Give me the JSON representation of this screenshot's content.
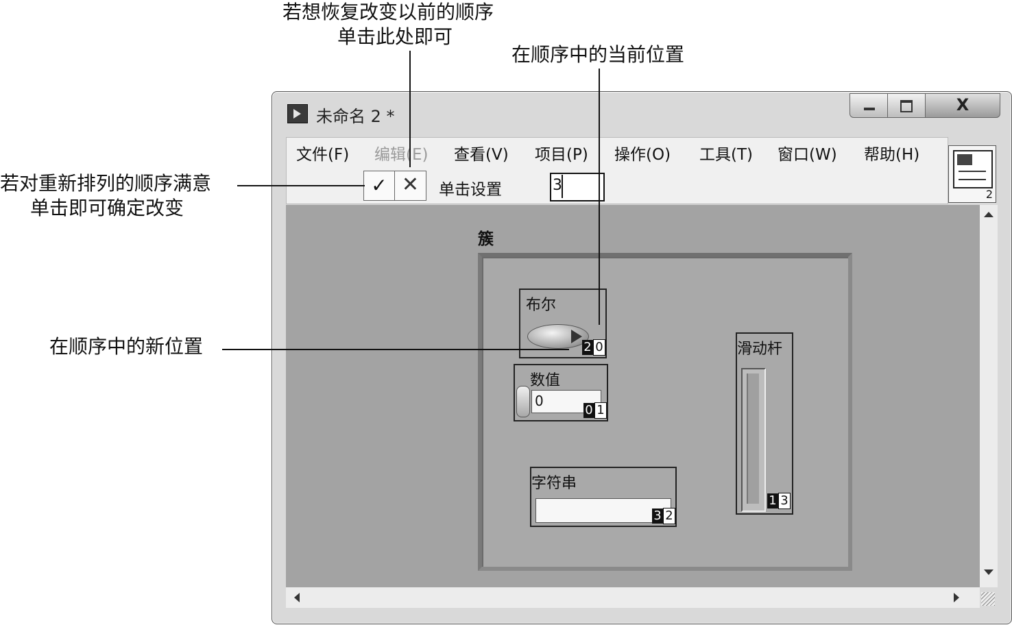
{
  "annotations": {
    "revert_line1": "若想恢复改变以前的顺序",
    "revert_line2": "单击此处即可",
    "current_position": "在顺序中的当前位置",
    "confirm_line1": "若对重新排列的顺序满意",
    "confirm_line2": "单击即可确定改变",
    "new_position": "在顺序中的新位置"
  },
  "window": {
    "title": "未命名 2 *",
    "close_glyph": "X"
  },
  "menu": {
    "items": [
      {
        "label": "文件(F)",
        "enabled": true
      },
      {
        "label": "编辑(E)",
        "enabled": false
      },
      {
        "label": "查看(V)",
        "enabled": true
      },
      {
        "label": "项目(P)",
        "enabled": true
      },
      {
        "label": "操作(O)",
        "enabled": true
      },
      {
        "label": "工具(T)",
        "enabled": true
      },
      {
        "label": "窗口(W)",
        "enabled": true
      },
      {
        "label": "帮助(H)",
        "enabled": true
      }
    ]
  },
  "toolbar": {
    "confirm_glyph": "✓",
    "revert_glyph": "✕",
    "click_to_set_label": "单击设置",
    "order_value": "3"
  },
  "vi_icon": {
    "number": "2"
  },
  "panel": {
    "cluster_label": "簇",
    "controls": {
      "boolean": {
        "label": "布尔",
        "current_order": "2",
        "new_order": "0"
      },
      "numeric": {
        "label": "数值",
        "value": "0",
        "current_order": "0",
        "new_order": "1"
      },
      "string": {
        "label": "字符串",
        "current_order": "3",
        "new_order": "2"
      },
      "slider": {
        "label": "滑动杆",
        "current_order": "1",
        "new_order": "3"
      }
    }
  }
}
